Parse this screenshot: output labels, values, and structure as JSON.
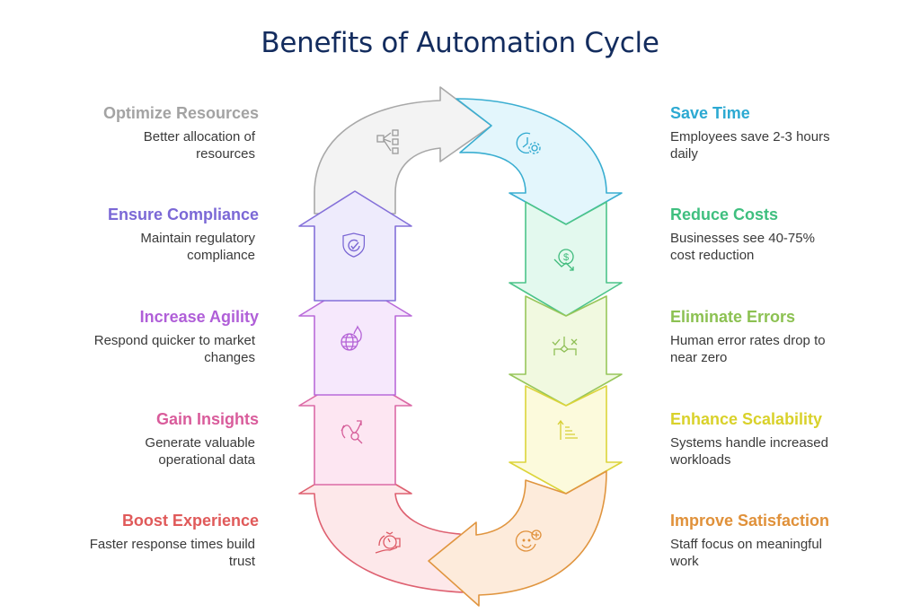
{
  "title": "Benefits of Automation Cycle",
  "left_items": [
    {
      "heading": "Optimize Resources",
      "description_line1": "Better allocation of",
      "description_line2": "resources",
      "color": "#a3a3a3",
      "icon": "workflow-distribution-icon"
    },
    {
      "heading": "Ensure Compliance",
      "description_line1": "Maintain regulatory",
      "description_line2": "compliance",
      "color": "#7b68d6",
      "icon": "shield-check-icon"
    },
    {
      "heading": "Increase Agility",
      "description_line1": "Respond quicker to market",
      "description_line2": "changes",
      "color": "#b05fd8",
      "icon": "globe-fire-icon"
    },
    {
      "heading": "Gain Insights",
      "description_line1": "Generate valuable",
      "description_line2": "operational data",
      "color": "#d95c9b",
      "icon": "chart-magnifier-icon"
    },
    {
      "heading": "Boost Experience",
      "description_line1": "Faster response times build",
      "description_line2": "trust",
      "color": "#e05a5a",
      "icon": "hand-stopwatch-icon"
    }
  ],
  "right_items": [
    {
      "heading": "Save Time",
      "description_line1": "Employees save 2-3 hours",
      "description_line2": "daily",
      "color": "#2ca9d2",
      "icon": "clock-gear-icon"
    },
    {
      "heading": "Reduce Costs",
      "description_line1": "Businesses see 40-75%",
      "description_line2": "cost reduction",
      "color": "#3fbf7f",
      "icon": "dollar-down-icon"
    },
    {
      "heading": "Eliminate Errors",
      "description_line1": "Human error rates drop to",
      "description_line2": "near zero",
      "color": "#8cc152",
      "icon": "check-cross-decision-icon"
    },
    {
      "heading": "Enhance Scalability",
      "description_line1": "Systems handle increased",
      "description_line2": "workloads",
      "color": "#d9d12a",
      "icon": "scale-up-list-icon"
    },
    {
      "heading": "Improve Satisfaction",
      "description_line1": "Staff focus on meaningful",
      "description_line2": "work",
      "color": "#e0913a",
      "icon": "smile-plus-icon"
    }
  ]
}
